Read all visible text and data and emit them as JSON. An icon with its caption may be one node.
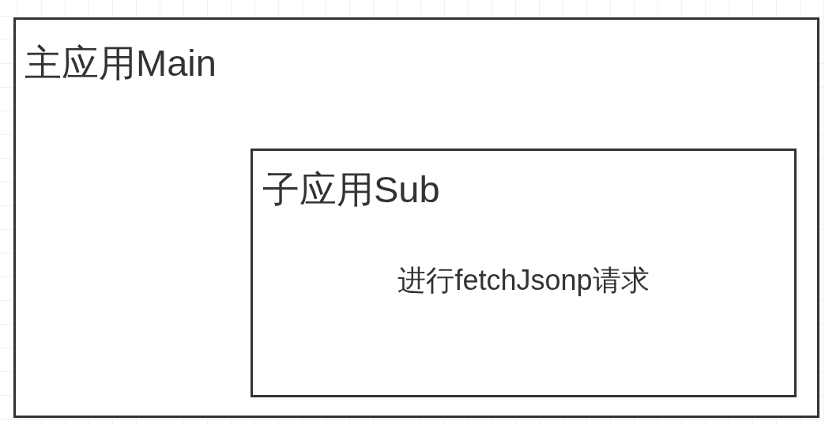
{
  "diagram": {
    "nodes": [
      {
        "text": [
          "主应用Main"
        ]
      },
      {
        "text": [
          "子应用Sub",
          "进行fetchJsonp请求"
        ],
        "in": 0
      }
    ]
  }
}
